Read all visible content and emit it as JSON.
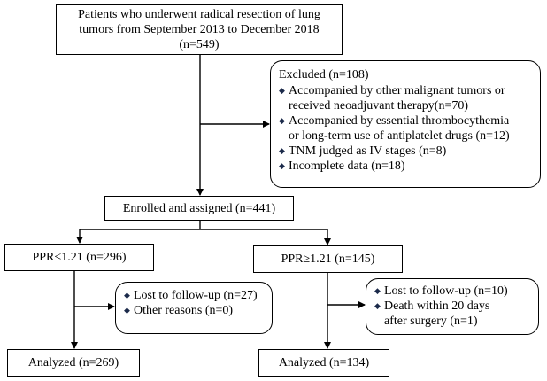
{
  "patients": {
    "lines": [
      "Patients who underwent radical resection of lung",
      "tumors from September 2013 to December 2018",
      "(n=549)"
    ]
  },
  "excluded": {
    "title": "Excluded (n=108)",
    "items": [
      {
        "lines": [
          "Accompanied by other malignant tumors or",
          "received neoadjuvant therapy(n=70)"
        ]
      },
      {
        "lines": [
          "Accompanied by essential thrombocythemia",
          "or long-term use of antiplatelet drugs (n=12)"
        ]
      },
      {
        "lines": [
          "TNM judged as IV stages (n=8)"
        ]
      },
      {
        "lines": [
          "Incomplete data (n=18)"
        ]
      }
    ]
  },
  "enrolled": {
    "label": "Enrolled and assigned (n=441)"
  },
  "ppr_low": {
    "label": "PPR<1.21 (n=296)"
  },
  "ppr_high": {
    "label": "PPR≥1.21 (n=145)"
  },
  "lost_low": {
    "items": [
      {
        "lines": [
          "Lost to follow-up (n=27)"
        ]
      },
      {
        "lines": [
          "Other reasons (n=0)"
        ]
      }
    ]
  },
  "lost_high": {
    "items": [
      {
        "lines": [
          "Lost to follow-up (n=10)"
        ]
      },
      {
        "lines": [
          "Death within 20 days",
          "after surgery (n=1)"
        ]
      }
    ]
  },
  "analyzed_low": {
    "label": "Analyzed (n=269)"
  },
  "analyzed_high": {
    "label": "Analyzed (n=134)"
  },
  "style": {
    "line_color": "#000000",
    "bullet_color": "#1b2a4a"
  }
}
